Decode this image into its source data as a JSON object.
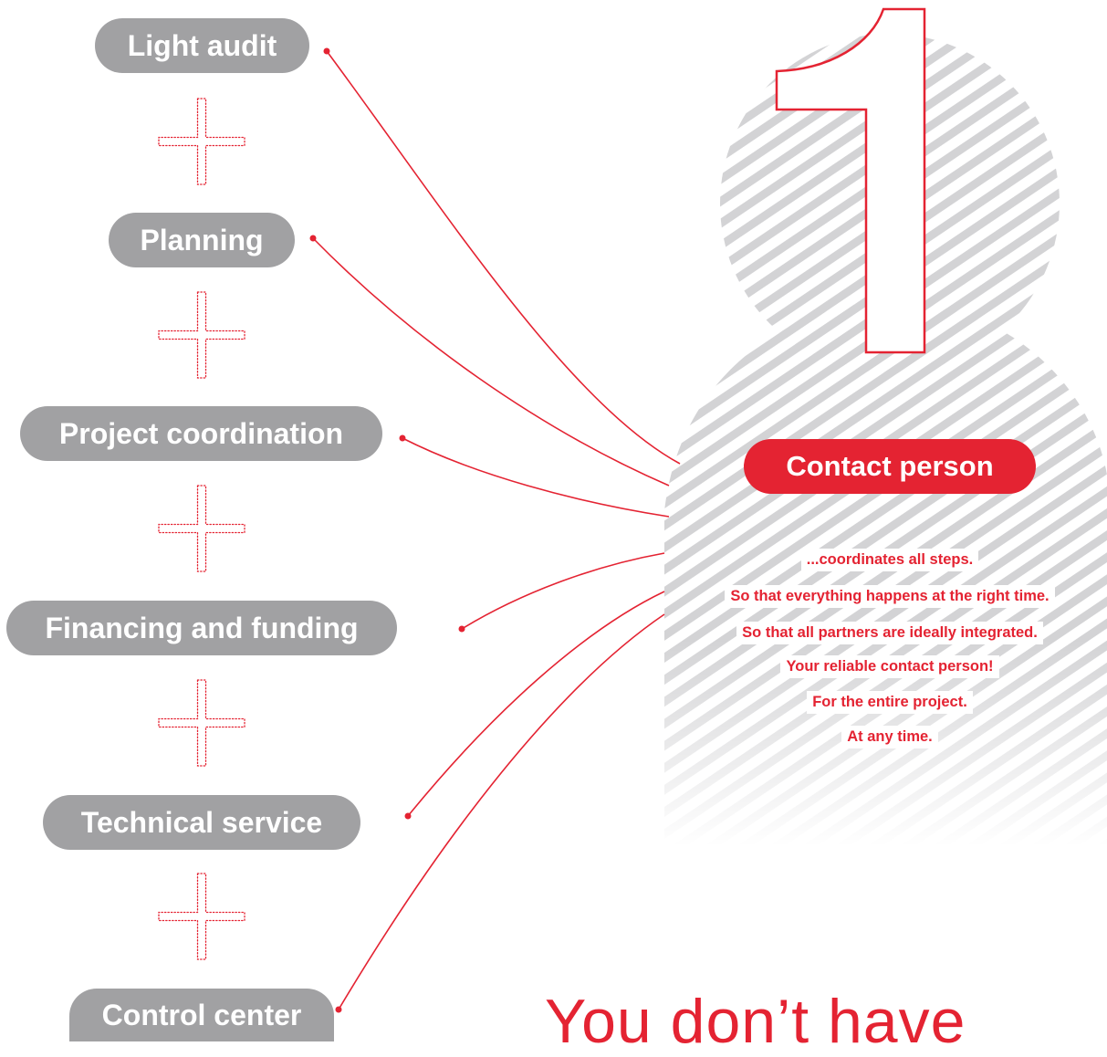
{
  "steps": [
    {
      "label": "Light audit"
    },
    {
      "label": "Planning"
    },
    {
      "label": "Project coordination"
    },
    {
      "label": "Financing and funding"
    },
    {
      "label": "Technical service"
    },
    {
      "label": "Control center"
    }
  ],
  "contact_person": {
    "label": "Contact person",
    "big_number": "1",
    "statements": [
      "...coordinates all steps.",
      "So that everything happens at the right time.",
      "So that all partners are ideally integrated.",
      "Your reliable contact person!",
      "For the entire project.",
      "At any time."
    ]
  },
  "headline": "You don’t have",
  "colors": {
    "accent": "#e42332",
    "pill_gray": "#a1a1a3",
    "stripe_gray": "#d3d3d5"
  }
}
